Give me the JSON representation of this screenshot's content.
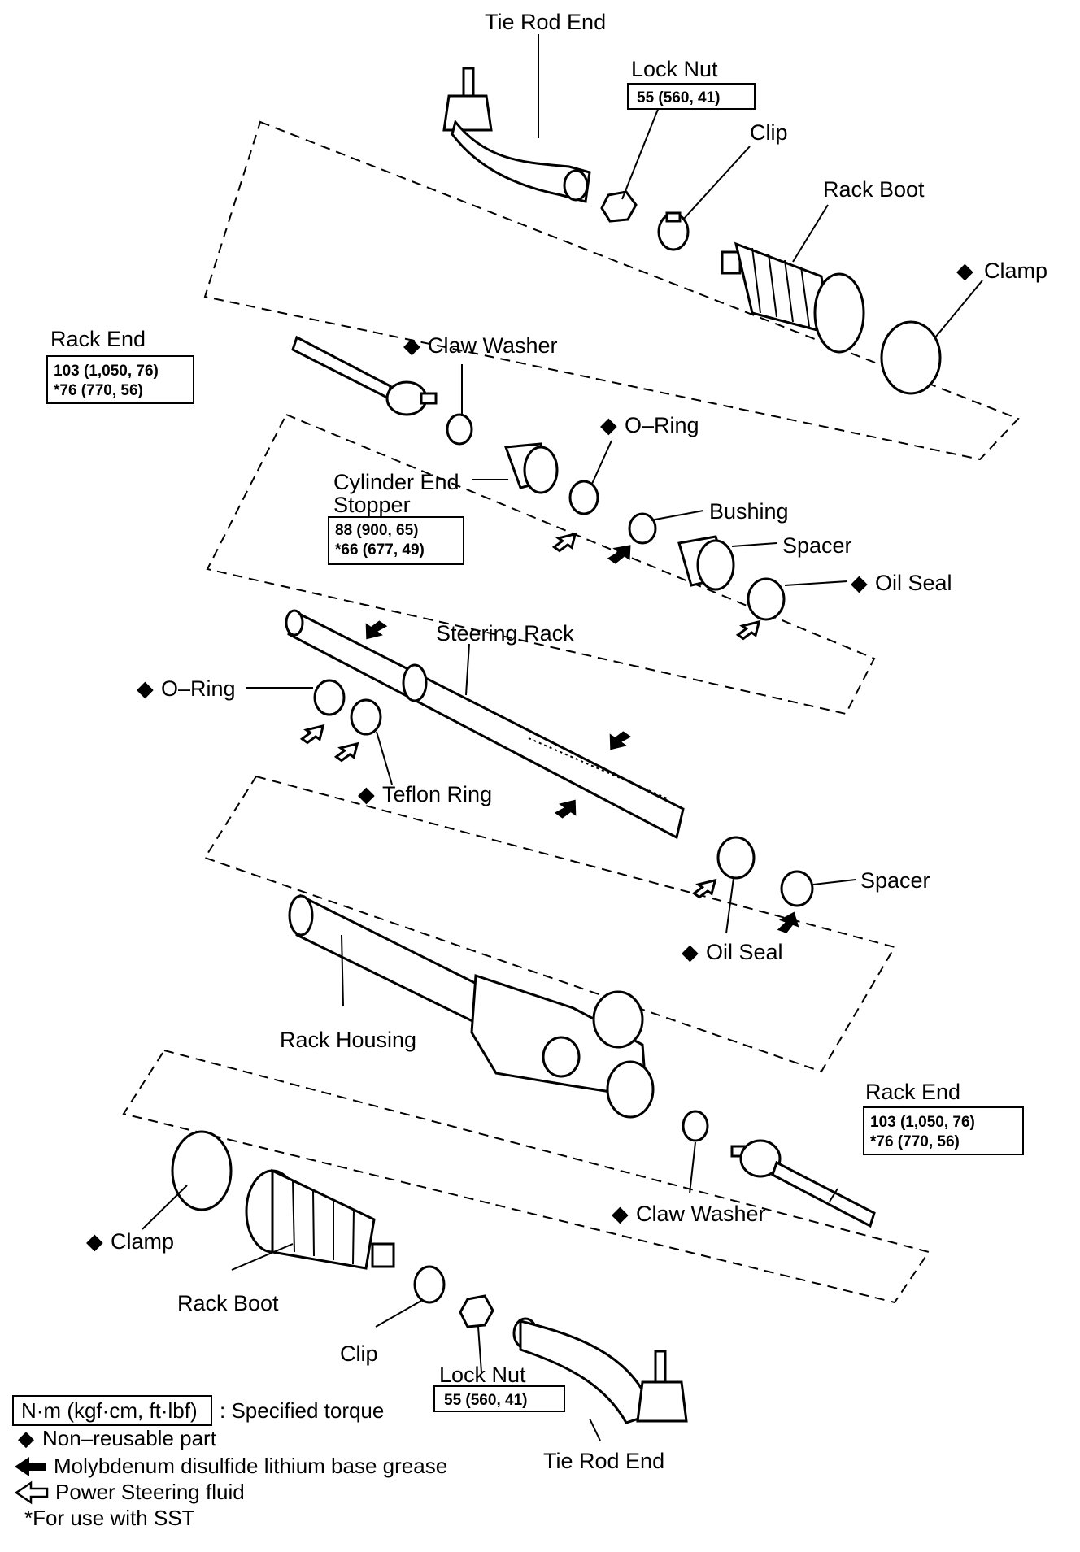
{
  "labels": {
    "tie_rod_end_top": "Tie Rod End",
    "lock_nut_top": "Lock Nut",
    "lock_nut_top_torque": "55 (560, 41)",
    "clip_top": "Clip",
    "rack_boot_top": "Rack Boot",
    "clamp_top": "Clamp",
    "rack_end_top": "Rack End",
    "rack_end_top_torque_1": "103 (1,050, 76)",
    "rack_end_top_torque_2": "*76 (770, 56)",
    "claw_washer_top": "Claw Washer",
    "o_ring_upper": "O–Ring",
    "cylinder_end_stopper_1": "Cylinder End",
    "cylinder_end_stopper_2": "Stopper",
    "cylinder_end_torque_1": "88 (900, 65)",
    "cylinder_end_torque_2": "*66 (677, 49)",
    "bushing": "Bushing",
    "spacer_upper": "Spacer",
    "oil_seal_upper": "Oil Seal",
    "steering_rack": "Steering Rack",
    "o_ring_lower": "O–Ring",
    "teflon_ring": "Teflon Ring",
    "spacer_lower": "Spacer",
    "oil_seal_lower": "Oil Seal",
    "rack_housing": "Rack Housing",
    "rack_end_bottom": "Rack End",
    "rack_end_bottom_torque_1": "103 (1,050, 76)",
    "rack_end_bottom_torque_2": "*76 (770, 56)",
    "claw_washer_bottom": "Claw Washer",
    "clamp_bottom": "Clamp",
    "rack_boot_bottom": "Rack Boot",
    "clip_bottom": "Clip",
    "lock_nut_bottom": "Lock Nut",
    "lock_nut_bottom_torque": "55 (560, 41)",
    "tie_rod_end_bottom": "Tie Rod End"
  },
  "legend": {
    "torque_unit": "N·m (kgf·cm, ft·lbf)",
    "torque_desc": ": Specified torque",
    "non_reusable": "Non–reusable part",
    "moly_grease": "Molybdenum disulfide lithium base grease",
    "ps_fluid": "Power Steering fluid",
    "sst_note": "*For use with SST"
  },
  "symbols": {
    "non_reusable": "◆"
  }
}
